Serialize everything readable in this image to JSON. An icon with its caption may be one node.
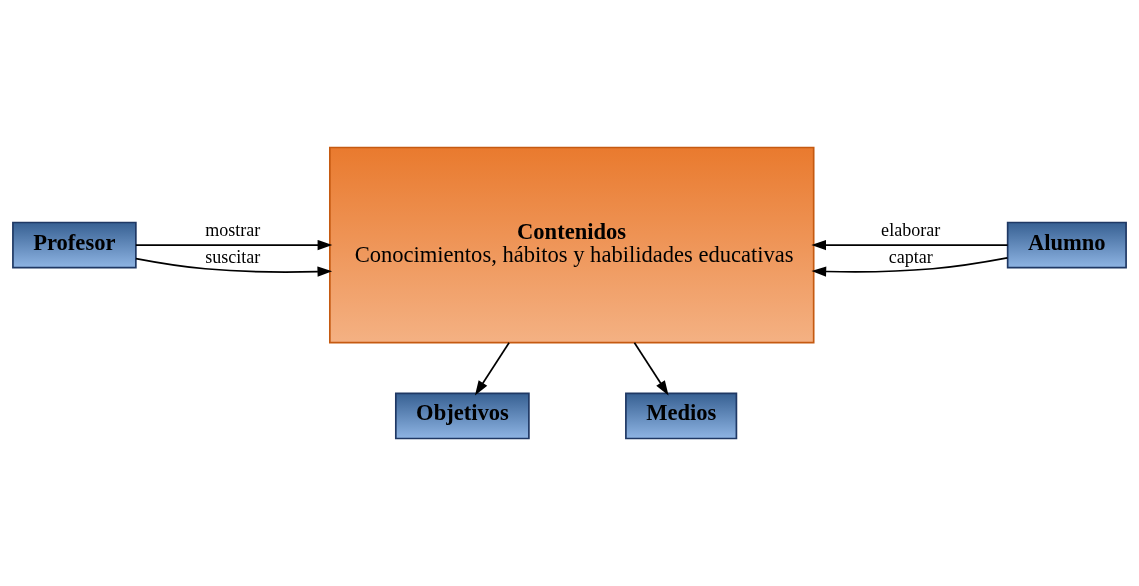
{
  "diagram": {
    "nodes": [
      {
        "text": [
          "Objetivos"
        ]
      },
      {
        "text": [
          "Contenidos",
          "Conocimientos, hábitos y habilidades educativas"
        ]
      },
      {
        "text": [
          "Medios"
        ]
      },
      {
        "text": [
          "Profesor"
        ]
      },
      {
        "text": [
          "Alumno"
        ]
      }
    ],
    "edges": [
      {
        "from": 1,
        "to": 0,
        "arrow": "to"
      },
      {
        "from": 1,
        "to": 2,
        "arrow": "to"
      },
      {
        "from": 3,
        "to": 1,
        "arrow": "to",
        "label": "mostrar"
      },
      {
        "from": 3,
        "to": 1,
        "arrow": "to",
        "label": "suscitar"
      },
      {
        "from": 4,
        "to": 1,
        "arrow": "to",
        "label": "captar"
      },
      {
        "from": 4,
        "to": 1,
        "arrow": "to",
        "label": "elaborar"
      }
    ]
  }
}
